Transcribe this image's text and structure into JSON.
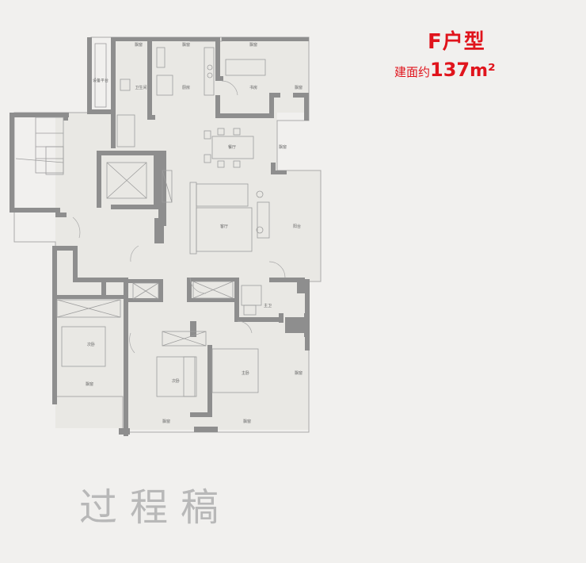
{
  "header": {
    "unit_type": "F户型",
    "area_prefix": "建面约",
    "area_value": "137",
    "area_unit": "m²"
  },
  "watermark": "过程稿",
  "rooms": {
    "kitchen": "厨房",
    "bath1": "卫生间",
    "equip_platform": "设备平台",
    "study": "书房",
    "dining": "餐厅",
    "living": "客厅",
    "balcony": "阳台",
    "bedroom2": "次卧",
    "bedroom3": "次卧",
    "master": "主卧",
    "master_bath": "主卫",
    "window_top1": "飘窗",
    "window_top2": "飘窗",
    "window_top3": "飘窗",
    "window_study": "飘窗",
    "window_right1": "飘窗",
    "window_right2": "飘窗",
    "window_left": "飘窗",
    "window_bottom1": "飘窗",
    "window_bottom2": "飘窗"
  }
}
